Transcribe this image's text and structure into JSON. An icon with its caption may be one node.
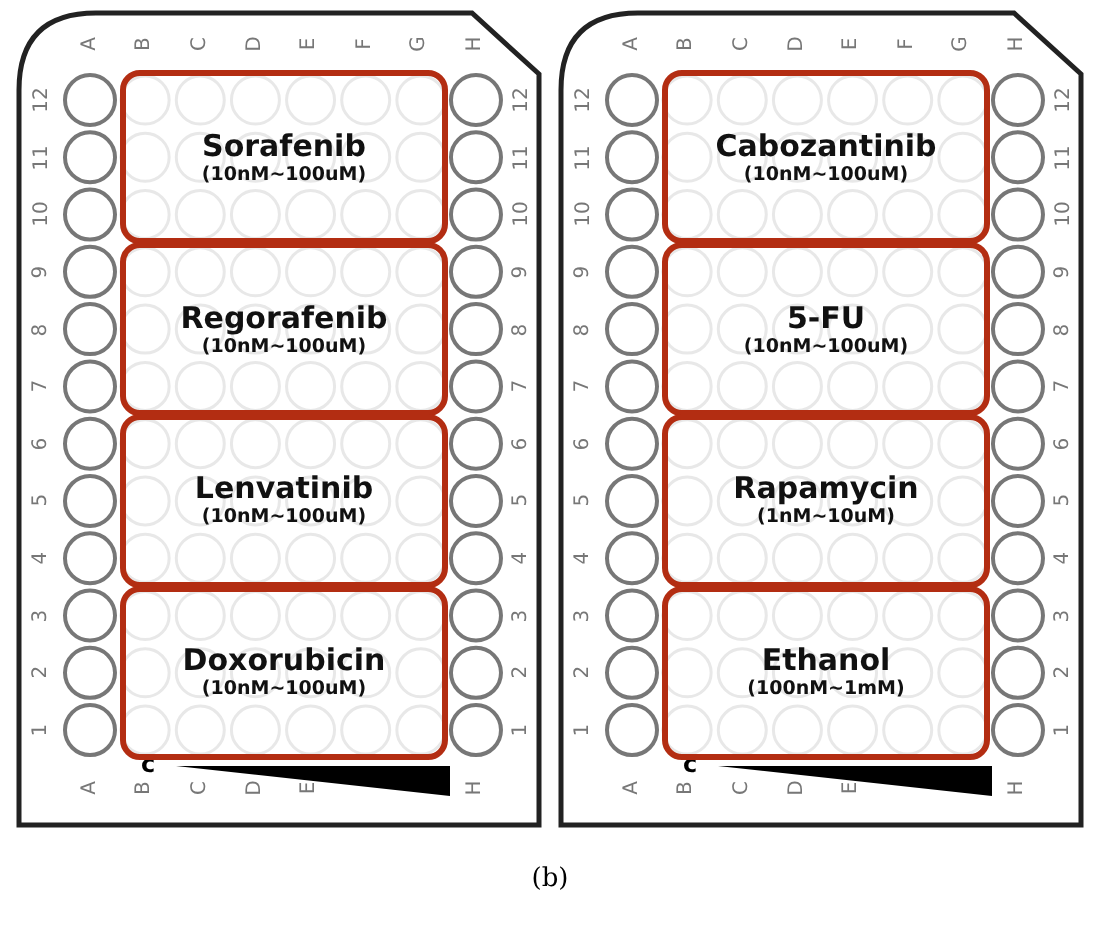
{
  "diagram": {
    "caption": "(b)",
    "nodes": [
      {
        "text": [
          "Sorafenib",
          "(10nM~100uM)"
        ]
      },
      {
        "text": [
          "Regorafenib",
          "(10nM~100uM)"
        ]
      },
      {
        "text": [
          "Lenvatinib",
          "(10nM~100uM)"
        ]
      },
      {
        "text": [
          "Doxorubicin",
          "(10nM~100uM)"
        ]
      },
      {
        "text": [
          "Cabozantinib",
          "(10nM~100uM)"
        ]
      },
      {
        "text": [
          "5-FU",
          "(10nM~100uM)"
        ]
      },
      {
        "text": [
          "Rapamycin",
          "(1nM~10uM)"
        ]
      },
      {
        "text": [
          "Ethanol",
          "(100nM~1mM)"
        ]
      }
    ],
    "labels": [
      "A",
      "B",
      "C",
      "D",
      "E",
      "F",
      "G",
      "H",
      "12",
      "12",
      "11",
      "11",
      "10",
      "10",
      "9",
      "9",
      "8",
      "8",
      "7",
      "7",
      "6",
      "6",
      "5",
      "5",
      "4",
      "4",
      "3",
      "3",
      "2",
      "2",
      "1",
      "1",
      "A",
      "B",
      "C",
      "D",
      "E",
      "H",
      "c",
      "A",
      "B",
      "C",
      "D",
      "E",
      "F",
      "G",
      "H",
      "12",
      "12",
      "11",
      "11",
      "10",
      "10",
      "9",
      "9",
      "8",
      "8",
      "7",
      "7",
      "6",
      "6",
      "5",
      "5",
      "4",
      "4",
      "3",
      "3",
      "2",
      "2",
      "1",
      "1",
      "A",
      "B",
      "C",
      "D",
      "E",
      "H",
      "c"
    ]
  }
}
